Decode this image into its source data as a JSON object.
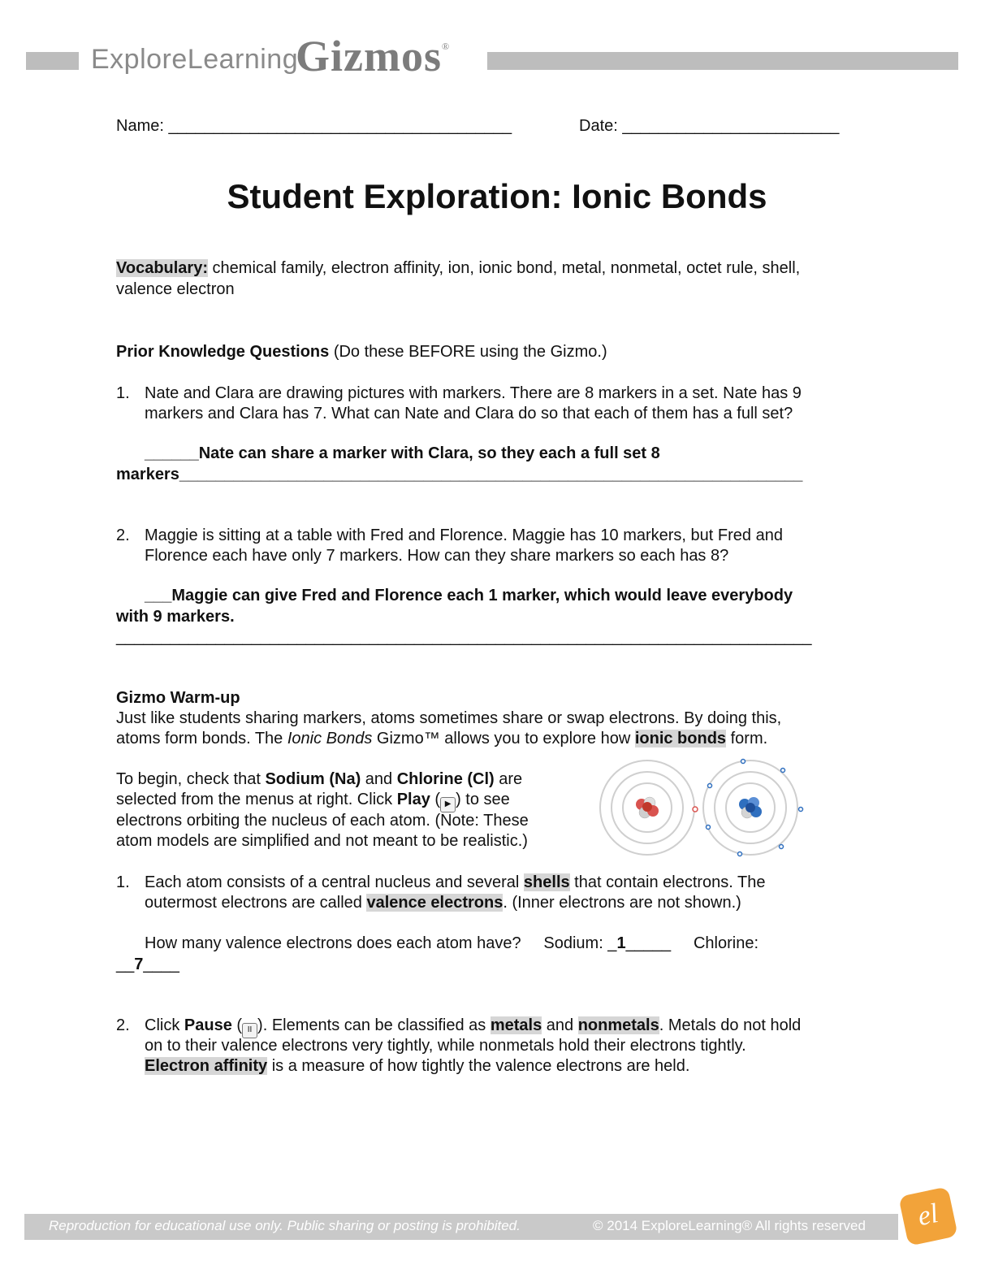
{
  "header": {
    "brand_explore": "ExploreLearning",
    "brand_gizmos": "Gizmos",
    "registered": "®"
  },
  "form": {
    "name_label": "Name: ______________________________________",
    "date_label": "Date: ________________________"
  },
  "title": "Student Exploration: Ionic Bonds",
  "vocabulary": {
    "label": "Vocabulary:",
    "line1": " chemical family, electron affinity, ion, ionic bond, metal, nonmetal, octet rule, shell,",
    "line2": "valence electron"
  },
  "prior_knowledge": {
    "heading": "Prior Knowledge Questions",
    "note": " (Do these BEFORE using the Gizmo.)",
    "q1_num": "1.",
    "q1_line1": "Nate and Clara are drawing pictures with markers. There are 8 markers in a set. Nate has 9",
    "q1_line2": "markers and Clara has 7. What can Nate and Clara do so that each of them has a full set?",
    "a1_line1": "______Nate can share a marker with Clara, so they each a full set 8",
    "a1_line2": "markers_____________________________________________________________________",
    "q2_num": "2.",
    "q2_line1": "Maggie is sitting at a table with Fred and Florence. Maggie has 10 markers, but Fred and",
    "q2_line2": "Florence each have only 7 markers. How can they share markers so each has 8?",
    "a2_line1": "___Maggie can give Fred and Florence each 1 marker, which would leave everybody",
    "a2_line2": "with 9 markers.",
    "a2_line3": "_____________________________________________________________________________"
  },
  "warmup": {
    "heading": "Gizmo Warm-up",
    "p1_line1": "Just like students sharing markers, atoms sometimes share or swap electrons. By doing this,",
    "p1_line2_a": "atoms form bonds. The ",
    "p1_line2_i": "Ionic Bonds",
    "p1_line2_b": " Gizmo™ allows you to explore how ",
    "p1_line2_hl": "ionic bonds",
    "p1_line2_c": " form.",
    "p2_l1_a": "To begin, check that ",
    "p2_l1_b1": "Sodium (Na)",
    "p2_l1_c": " and ",
    "p2_l1_b2": "Chlorine (Cl)",
    "p2_l1_d": " are",
    "p2_l2_a": "selected from the menus at right. Click ",
    "p2_l2_b": "Play",
    "p2_l2_c": " (",
    "p2_l2_d": ") to see",
    "play_glyph": "▶",
    "p2_l3": "electrons orbiting the nucleus of each atom. (Note: These",
    "p2_l4": "atom models are simplified and not meant to be realistic.)",
    "q1_num": "1.",
    "q1_l1_a": "Each atom consists of a central nucleus and several ",
    "q1_l1_hl": "shells",
    "q1_l1_b": " that contain electrons. The",
    "q1_l2_a": "outermost electrons are called ",
    "q1_l2_hl": "valence electrons",
    "q1_l2_b": ". (Inner electrons are not shown.)",
    "q1_l3_a": "How many valence electrons does each atom have?     Sodium: _",
    "q1_l3_b": "1",
    "q1_l3_c": "_____     Chlorine:",
    "q1_l4_a": "__",
    "q1_l4_b": "7",
    "q1_l4_c": "____",
    "q2_num": "2.",
    "q2_l1_a": "Click ",
    "q2_l1_b": "Pause",
    "q2_l1_c": " (",
    "pause_glyph": "II",
    "q2_l1_d": "). Elements can be classified as ",
    "q2_l1_hl1": "metals",
    "q2_l1_e": " and ",
    "q2_l1_hl2": "nonmetals",
    "q2_l1_f": ". Metals do not hold",
    "q2_l2": "on to their valence electrons very tightly, while nonmetals hold their electrons tightly.",
    "q2_l3_hl": "Electron affinity",
    "q2_l3_b": " is a measure of how tightly the valence electrons are held."
  },
  "footer": {
    "left": "Reproduction for educational use only. Public sharing or posting is prohibited.",
    "right": "© 2014 ExploreLearning® All rights reserved",
    "logo": "el"
  },
  "colors": {
    "highlight": "#d6d6d6",
    "footer_bar": "#c9c9c9",
    "logo_orange": "#f2a33a",
    "sodium_nucleus": "#d9534f",
    "chlorine_nucleus": "#2f6fbf"
  }
}
